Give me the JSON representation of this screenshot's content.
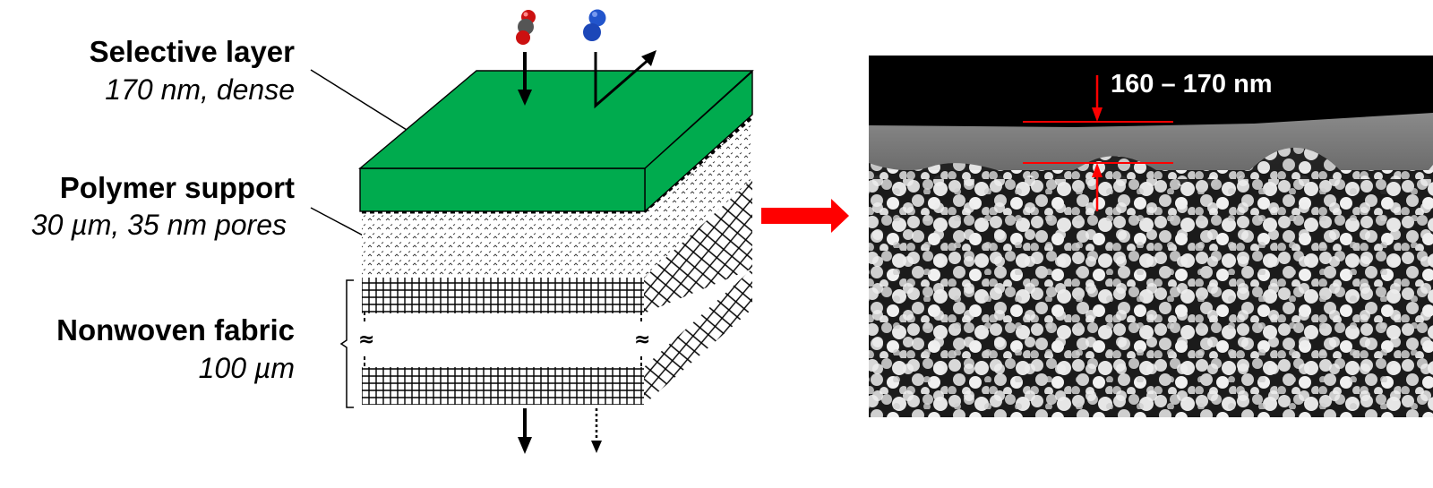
{
  "layers": [
    {
      "title": "Selective layer",
      "subtitle": "170 nm, dense"
    },
    {
      "title": "Polymer support",
      "subtitle": "30 µm, 35 nm pores"
    },
    {
      "title": "Nonwoven fabric",
      "subtitle": "100 µm"
    }
  ],
  "sem_image": {
    "thickness_label": "160 – 170 nm"
  },
  "colors": {
    "selective_layer": "#00ab4e",
    "arrow_red": "#ff0000",
    "co2_carbon": "#555555",
    "co2_oxygen": "#cc1111",
    "n2_nitrogen": "#2255cc"
  },
  "icons": {
    "gas_molecule_1": "co2-molecule-icon",
    "gas_molecule_2": "n2-molecule-icon"
  }
}
